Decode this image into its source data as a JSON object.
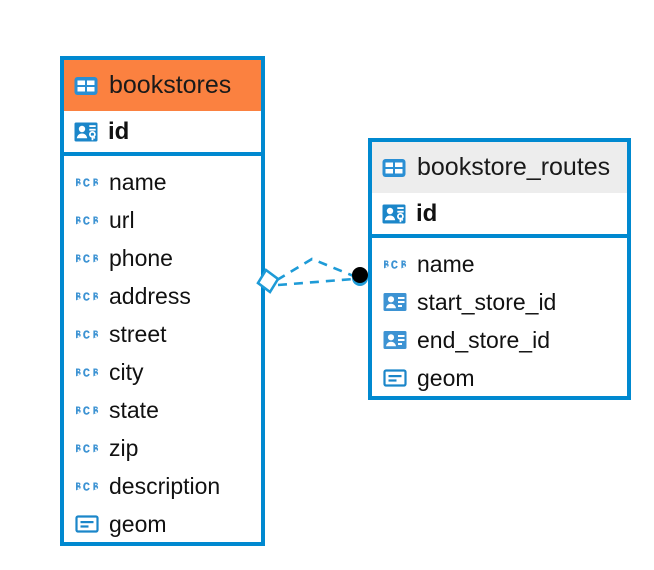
{
  "diagram": {
    "type": "entity-relationship-diagram",
    "background_color": "#ffffff",
    "accent_color": "#0089d0",
    "entities": [
      {
        "name": "bookstores",
        "header_color": "#fb8140",
        "border_color": "#0089d0",
        "icon": "table-icon",
        "primary_key": {
          "label": "id",
          "icon": "primary-key-icon"
        },
        "fields": [
          {
            "label": "name",
            "icon": "abc-text-icon"
          },
          {
            "label": "url",
            "icon": "abc-text-icon"
          },
          {
            "label": "phone",
            "icon": "abc-text-icon"
          },
          {
            "label": "address",
            "icon": "abc-text-icon"
          },
          {
            "label": "street",
            "icon": "abc-text-icon"
          },
          {
            "label": "city",
            "icon": "abc-text-icon"
          },
          {
            "label": "state",
            "icon": "abc-text-icon"
          },
          {
            "label": "zip",
            "icon": "abc-text-icon"
          },
          {
            "label": "description",
            "icon": "abc-text-icon"
          },
          {
            "label": "geom",
            "icon": "geometry-icon"
          }
        ]
      },
      {
        "name": "bookstore_routes",
        "header_color": "#ededed",
        "border_color": "#0089d0",
        "icon": "table-icon",
        "primary_key": {
          "label": "id",
          "icon": "primary-key-icon"
        },
        "fields": [
          {
            "label": "name",
            "icon": "abc-text-icon"
          },
          {
            "label": "start_store_id",
            "icon": "foreign-key-icon"
          },
          {
            "label": "end_store_id",
            "icon": "foreign-key-icon"
          },
          {
            "label": "geom",
            "icon": "geometry-icon"
          }
        ]
      }
    ],
    "relationship": {
      "from_entity": "bookstores",
      "to_entity": "bookstore_routes",
      "line_style": "dashed",
      "line_color": "#1e9bd7",
      "source_marker": "diamond",
      "source_marker_fill": "#ffffff",
      "target_marker": "filled-circle",
      "target_marker_fill": "#000000",
      "connector_count": 2
    }
  }
}
